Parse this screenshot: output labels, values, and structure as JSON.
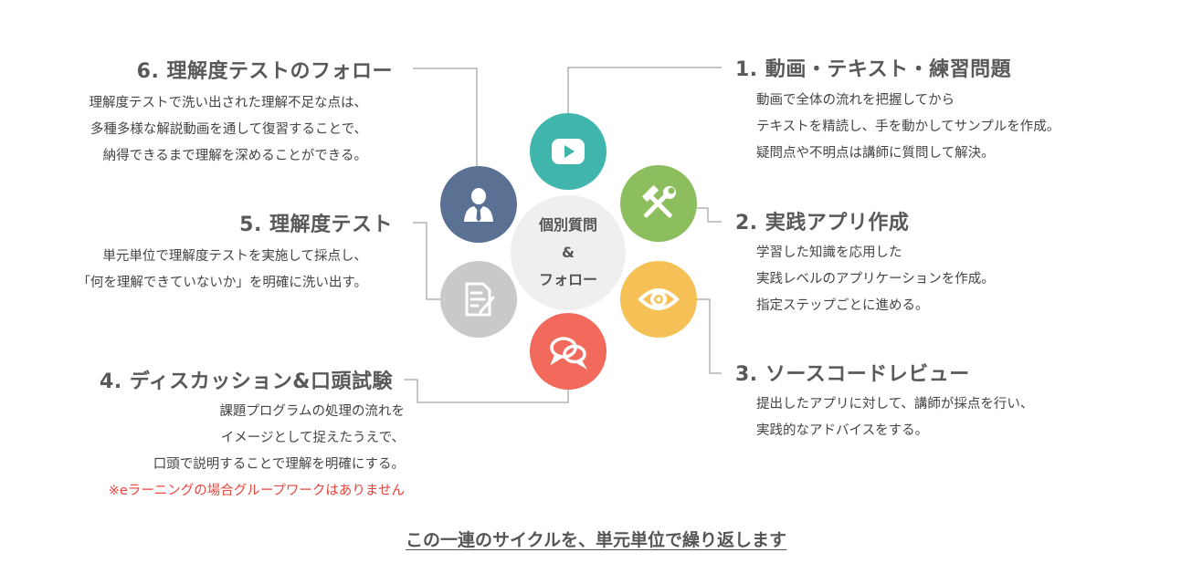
{
  "center": {
    "line1": "個別質問",
    "line2": "&",
    "line3": "フォロー"
  },
  "steps": [
    {
      "title": "1. 動画・テキスト・練習問題",
      "lines": [
        "動画で全体の流れを把握してから",
        "テキストを精読し、手を動かしてサンプルを作成。",
        "疑問点や不明点は講師に質問して解決。"
      ],
      "icon": "play-video-icon",
      "color": "#3fb5ac"
    },
    {
      "title": "2. 実践アプリ作成",
      "lines": [
        "学習した知識を応用した",
        "実践レベルのアプリケーションを作成。",
        "指定ステップごとに進める。"
      ],
      "icon": "hammer-wrench-icon",
      "color": "#8dbe5e"
    },
    {
      "title": "3. ソースコードレビュー",
      "lines": [
        "提出したアプリに対して、講師が採点を行い、",
        "実践的なアドバイスをする。"
      ],
      "icon": "eye-icon",
      "color": "#f5c156"
    },
    {
      "title": "4. ディスカッション&口頭試験",
      "lines": [
        "課題プログラムの処理の流れを",
        "イメージとして捉えたうえで、",
        "口頭で説明することで理解を明確にする。"
      ],
      "note": "※eラーニングの場合グループワークはありません",
      "icon": "chat-bubbles-icon",
      "color": "#f26a5b"
    },
    {
      "title": "5. 理解度テスト",
      "lines": [
        "単元単位で理解度テストを実施して採点し、",
        "「何を理解できていないか」を明確に洗い出す。"
      ],
      "icon": "test-sheet-icon",
      "color": "#c9c9c9"
    },
    {
      "title": "6. 理解度テストのフォロー",
      "lines": [
        "理解度テストで洗い出された理解不足な点は、",
        "多種多様な解説動画を通して復習することで、",
        "納得できるまで理解を深めることができる。"
      ],
      "icon": "instructor-icon",
      "color": "#5b7194"
    }
  ],
  "footer": "この一連のサイクルを、単元単位で繰り返します"
}
